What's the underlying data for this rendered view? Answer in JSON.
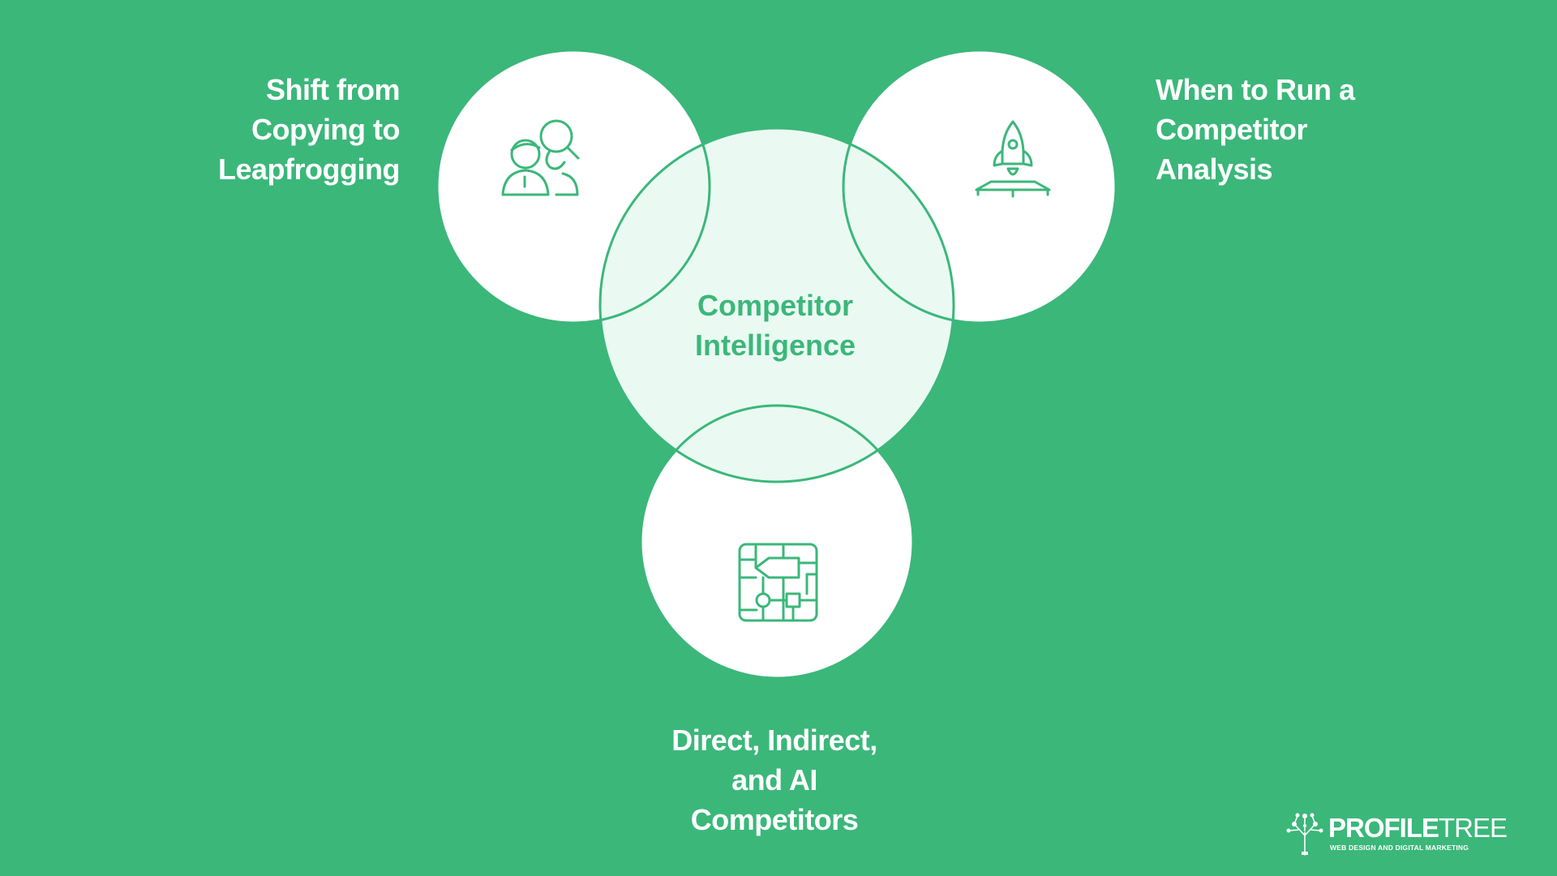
{
  "colors": {
    "background": "#3bb77a",
    "circle_fill": "#ffffff",
    "center_fill": "#eafaf2",
    "stroke": "#3bb77a",
    "center_text": "#3bb77a",
    "label_text": "#ffffff"
  },
  "diagram": {
    "center": {
      "lines": [
        "Competitor",
        "Intelligence"
      ]
    },
    "nodes": [
      {
        "id": "top-left",
        "icon": "people-search-icon",
        "lines": [
          "Shift from",
          "Copying to",
          "Leapfrogging"
        ]
      },
      {
        "id": "top-right",
        "icon": "rocket-launch-icon",
        "lines": [
          "When to Run a",
          "Competitor",
          "Analysis"
        ]
      },
      {
        "id": "bottom",
        "icon": "circuit-chip-icon",
        "lines": [
          "Direct, Indirect,",
          "and AI",
          "Competitors"
        ]
      }
    ]
  },
  "logo": {
    "icon": "tree-icon",
    "word_bold": "PROFILE",
    "word_thin": "TREE",
    "tagline": "WEB DESIGN AND DIGITAL MARKETING"
  }
}
